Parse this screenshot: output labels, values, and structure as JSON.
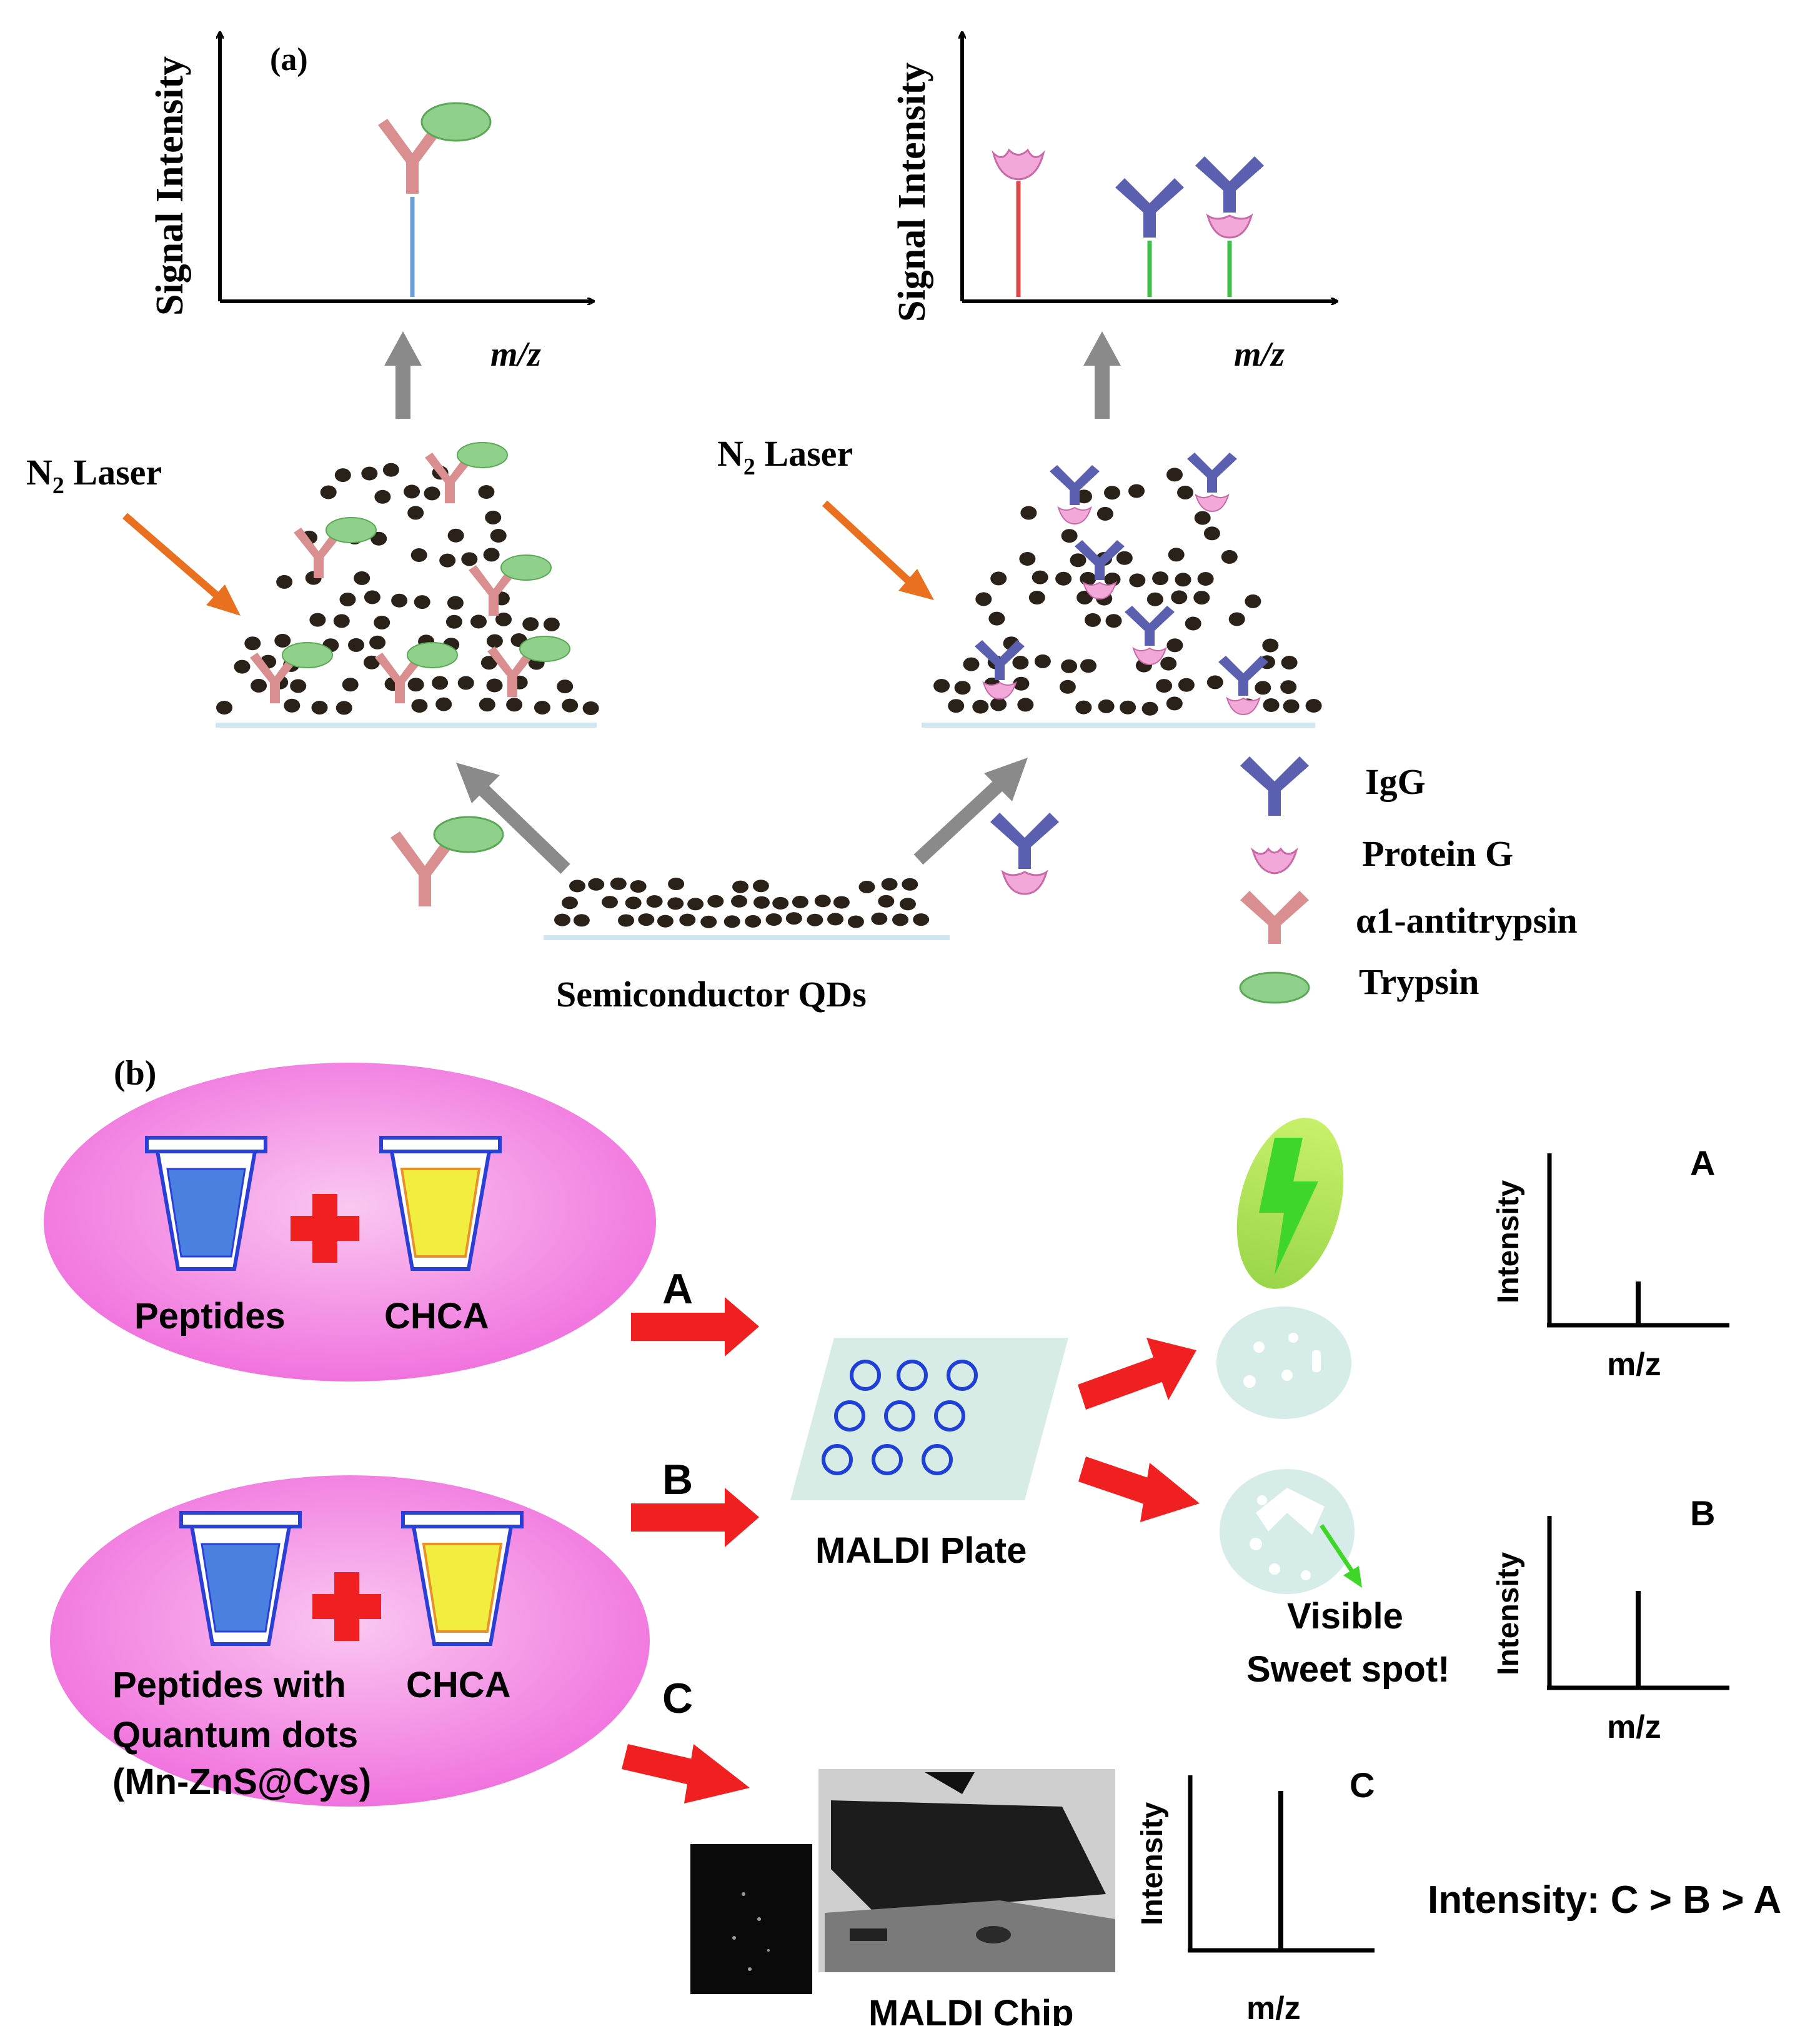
{
  "panel_a": {
    "label": "(a)",
    "left_chart": {
      "y_label": "Signal Intensity",
      "x_label": "m/z"
    },
    "right_chart": {
      "y_label": "Signal Intensity",
      "x_label": "m/z"
    },
    "laser_left": {
      "main": "N",
      "sub": "2",
      "rest": " Laser"
    },
    "laser_right": {
      "main": "N",
      "sub": "2",
      "rest": " Laser"
    },
    "qd_label": "Semiconductor QDs",
    "legend": {
      "igg": "IgG",
      "protein_g": "Protein G",
      "antitrypsin": "α1-antitrypsin",
      "trypsin": "Trypsin"
    },
    "colors": {
      "antitrypsin": "#d98f8f",
      "igg": "#5a5fb0",
      "protein_g": "#f2a8d8",
      "trypsin": "#8fd18a",
      "qd": "#2a2218",
      "arrow_gray": "#8a8a8a",
      "laser": "#e8701f",
      "peak_blue": "#6a9fd8",
      "peak_red": "#d94a4a",
      "peak_green": "#3fbf4a"
    }
  },
  "panel_b": {
    "label": "(b)",
    "top_ellipse": {
      "left_label": "Peptides",
      "right_label": "CHCA"
    },
    "bottom_ellipse": {
      "left_line1": "Peptides with",
      "left_line2": "Quantum dots",
      "left_line3": "(Mn-ZnS@Cys)",
      "right_label": "CHCA"
    },
    "route_labels": {
      "a": "A",
      "b": "B",
      "c": "C"
    },
    "plate_label": "MALDI Plate",
    "chip_label": "MALDI Chip",
    "sweet_spot": {
      "line1": "Visible",
      "line2": "Sweet spot!"
    },
    "chart_a": {
      "y_label": "Intensity",
      "x_label": "m/z",
      "tag": "A"
    },
    "chart_b": {
      "y_label": "Intensity",
      "x_label": "m/z",
      "tag": "B"
    },
    "chart_c": {
      "y_label": "Intensity",
      "x_label": "m/z",
      "tag": "C"
    },
    "conclusion": "Intensity: C > B > A",
    "colors": {
      "ellipse": "#f27fe0",
      "arrow_red": "#f02020",
      "plate": "#d8ece6",
      "circle_blue": "#1f3fd6",
      "spot": "#d6ece8",
      "tube_blue": "#4a80e0",
      "tube_yellow": "#f2ee40"
    }
  }
}
